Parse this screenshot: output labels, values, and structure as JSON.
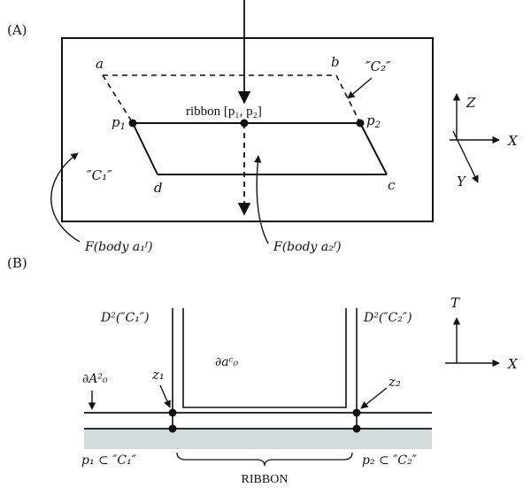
{
  "panel_a": {
    "label": "(A)",
    "vertex_a": "a",
    "vertex_b": "b",
    "vertex_c": "c",
    "vertex_d": "d",
    "point_p1": "p",
    "point_p1_sub": "1",
    "point_p2": "p",
    "point_p2_sub": "2",
    "ribbon_label": "ribbon [p₁, p₂]",
    "c1_label": "″C₁″",
    "c2_label": "″C₂″",
    "left_body_label": "F(body a₁ᶠ)",
    "right_body_label": "F(body a₂ᶠ)",
    "axis_z": "Z",
    "axis_x": "X",
    "axis_y": "Y"
  },
  "panel_b": {
    "label": "(B)",
    "left_disk_label": "D²(″C₁″)",
    "right_disk_label": "D²(″C₂″)",
    "center_label": "∂aᶜ₀",
    "left_side_label": "∂A²₀",
    "z1": "z₁",
    "z2": "z₂",
    "p1_label": "p₁ ⊂ ″C₁″",
    "p2_label": "p₂ ⊂ ″C₂″",
    "ribbon_caption": "RIBBON",
    "axis_t": "T",
    "axis_x": "X"
  },
  "colors": {
    "ribbon_band": "#d3dcdb",
    "ink": "#111111"
  }
}
